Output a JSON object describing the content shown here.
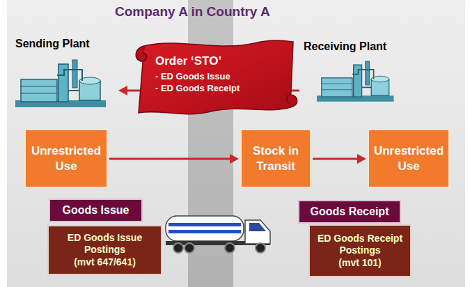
{
  "diagram": {
    "title": "Company A in Country A",
    "nodes": [
      {
        "text": [
          "Sending Plant"
        ]
      },
      {
        "text": [
          "Order ‘STO’",
          "- ED Goods Issue",
          "- ED Goods Receipt"
        ]
      },
      {
        "text": [
          "Receiving Plant"
        ]
      },
      {
        "text": [
          "Unrestricted Use"
        ]
      },
      {
        "text": [
          "Stock in Transit"
        ]
      },
      {
        "text": [
          "Unrestricted Use"
        ]
      },
      {
        "text": [
          "Goods Issue"
        ]
      },
      {
        "text": [
          "ED Goods Issue Postings",
          "(mvt 647/641)"
        ]
      },
      {
        "text": [
          "Goods Receipt"
        ]
      },
      {
        "text": [
          "ED Goods Receipt Postings",
          "(mvt 101)"
        ]
      }
    ],
    "edges": [
      {
        "from": 2,
        "to": 0,
        "arrow": "to"
      },
      {
        "from": 3,
        "to": 4,
        "arrow": "to"
      },
      {
        "from": 4,
        "to": 5,
        "arrow": "to"
      }
    ]
  }
}
